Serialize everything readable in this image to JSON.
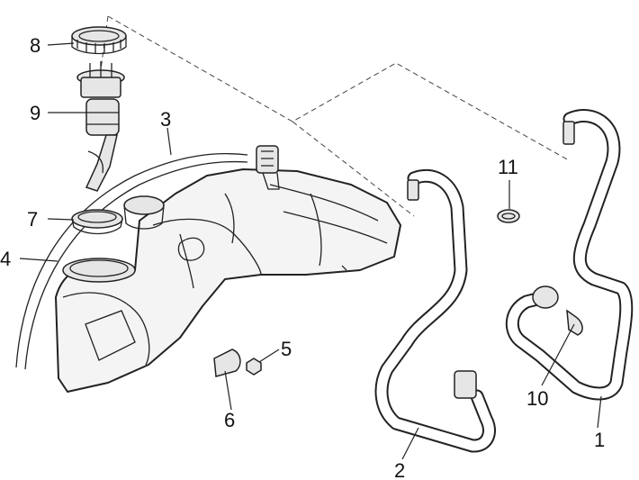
{
  "parts": [
    {
      "id": "p1",
      "number": "1"
    },
    {
      "id": "p2",
      "number": "2"
    },
    {
      "id": "p3",
      "number": "3"
    },
    {
      "id": "p4",
      "number": "4"
    },
    {
      "id": "p5",
      "number": "5"
    },
    {
      "id": "p6",
      "number": "6"
    },
    {
      "id": "p7",
      "number": "7"
    },
    {
      "id": "p8",
      "number": "8"
    },
    {
      "id": "p9",
      "number": "9"
    },
    {
      "id": "p10",
      "number": "10"
    },
    {
      "id": "p11",
      "number": "11"
    }
  ]
}
